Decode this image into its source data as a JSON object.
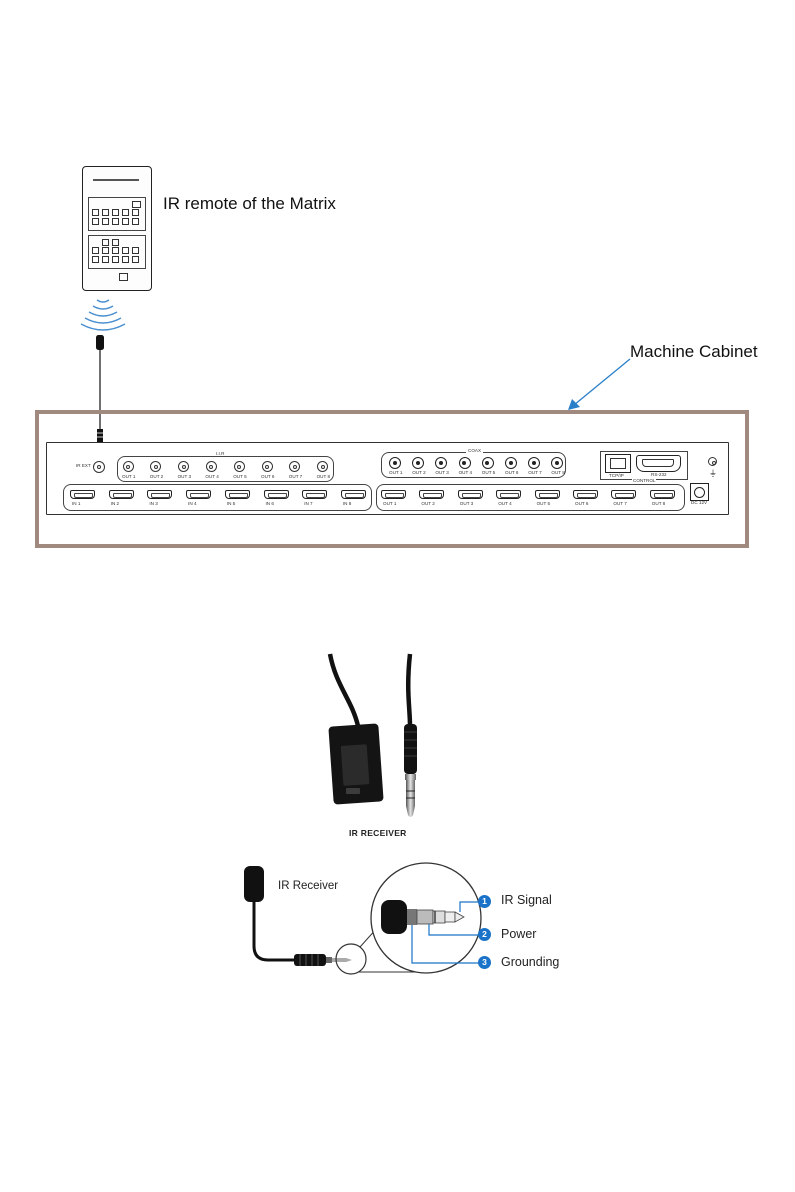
{
  "remote_label": "IR remote of the Matrix",
  "cabinet_label": "Machine Cabinet",
  "panel": {
    "ir_ext": "IR EXT",
    "ir_group": "I.I.R",
    "coax_group": "COAX",
    "ir_outputs": [
      "OUT 1",
      "OUT 2",
      "OUT 3",
      "OUT 4",
      "OUT 5",
      "OUT 6",
      "OUT 7",
      "OUT 8"
    ],
    "coax_outputs": [
      "OUT 1",
      "OUT 2",
      "OUT 3",
      "OUT 4",
      "OUT 5",
      "OUT 6",
      "OUT 7",
      "OUT 8"
    ],
    "hdmi_inputs": [
      "IN 1",
      "IN 2",
      "IN 3",
      "IN 4",
      "IN 5",
      "IN 6",
      "IN 7",
      "IN 8"
    ],
    "hdmi_outputs": [
      "OUT 1",
      "OUT 2",
      "OUT 3",
      "OUT 4",
      "OUT 5",
      "OUT 6",
      "OUT 7",
      "OUT 8"
    ],
    "tcpip": "TCP/IP",
    "rs232": "RS-232",
    "control": "CONTROL",
    "power": "DC 12V"
  },
  "photo_caption": "IR  RECEIVER",
  "jack_diagram": {
    "receiver_label": "IR Receiver",
    "callouts": [
      {
        "num": "1",
        "label": "IR Signal"
      },
      {
        "num": "2",
        "label": "Power"
      },
      {
        "num": "3",
        "label": "Grounding"
      }
    ]
  },
  "colors": {
    "cabinet_border": "#a08a80",
    "arrow": "#2a7fc9",
    "callout": "#1a73c8",
    "waves": "#4a8fd0"
  }
}
